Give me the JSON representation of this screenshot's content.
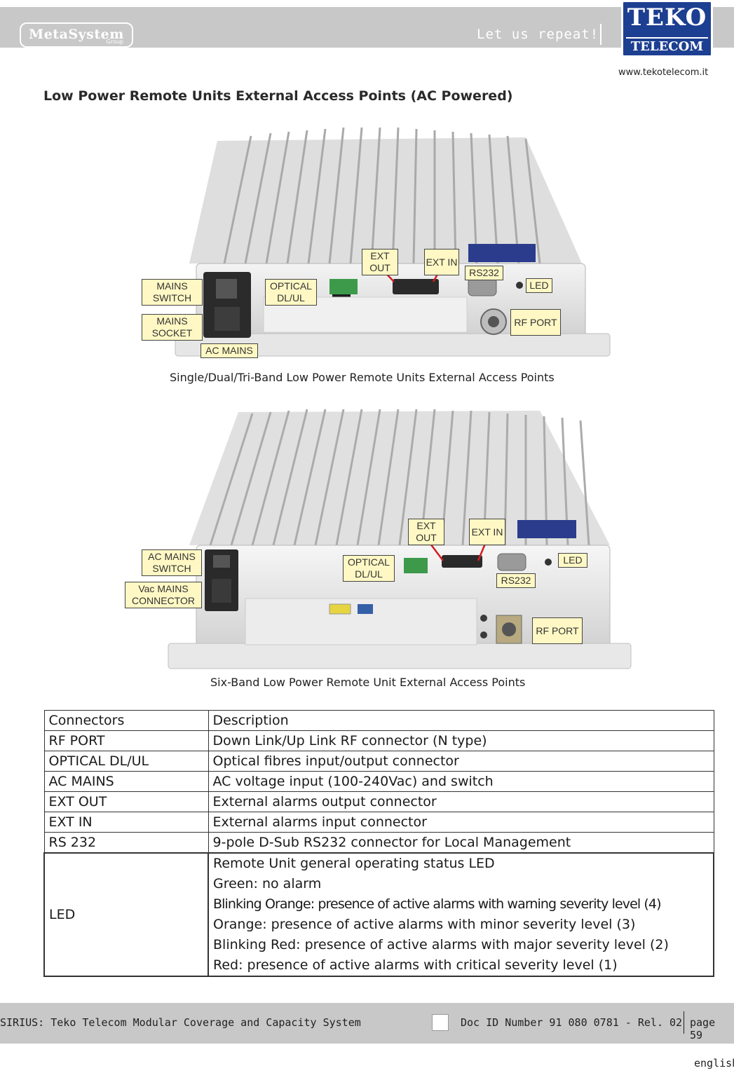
{
  "header": {
    "brand_left": "MetaSystem",
    "brand_left_sub": "Group",
    "slogan": "Let us repeat!",
    "brand_right_top": "TEKO",
    "brand_right_bottom": "TELECOM",
    "website": "www.tekotelecom.it"
  },
  "title": "Low Power Remote Units External Access Points (AC Powered)",
  "figure1": {
    "caption": "Single/Dual/Tri-Band Low Power Remote Units External Access Points",
    "callouts": {
      "mains_switch": "MAINS SWITCH",
      "mains_socket": "MAINS SOCKET",
      "ac_mains": "AC MAINS",
      "optical": "OPTICAL DL/UL",
      "ext_out": "EXT OUT",
      "ext_in": "EXT IN",
      "rs232": "RS232",
      "led": "LED",
      "rf_port": "RF PORT"
    }
  },
  "figure2": {
    "caption": "Six-Band Low Power Remote Unit External Access Points",
    "callouts": {
      "ac_mains_switch": "AC MAINS SWITCH",
      "vac_mains_connector": "Vac MAINS CONNECTOR",
      "optical": "OPTICAL DL/UL",
      "ext_out": "EXT OUT",
      "ext_in": "EXT IN",
      "rs232": "RS232",
      "led": "LED",
      "rf_port": "RF PORT"
    }
  },
  "table": {
    "headers": [
      "Connectors",
      "Description"
    ],
    "rows": [
      [
        "RF PORT",
        "Down Link/Up Link RF connector (N type)"
      ],
      [
        "OPTICAL DL/UL",
        "Optical fibres input/output connector"
      ],
      [
        "AC MAINS",
        "AC voltage input (100-240Vac) and switch"
      ],
      [
        "EXT OUT",
        "External alarms output connector"
      ],
      [
        "EXT IN",
        "External alarms input connector"
      ],
      [
        "RS 232",
        "9-pole D-Sub RS232 connector for Local Management"
      ]
    ],
    "led_row": {
      "connector": "LED",
      "lines": [
        "Remote Unit general operating status LED",
        "Green: no alarm",
        "Blinking Orange: presence of active alarms with warning severity level (4)",
        "Orange: presence of active alarms with minor severity level (3)",
        "Blinking Red: presence of active alarms with major severity level (2)",
        "Red: presence of active alarms with critical severity level (1)"
      ]
    }
  },
  "footer": {
    "doc_title": "SIRIUS: Teko Telecom Modular Coverage and Capacity System",
    "doc_id": "Doc ID Number 91 080 0781 - Rel. 02",
    "page": "page 59",
    "language": "english"
  }
}
